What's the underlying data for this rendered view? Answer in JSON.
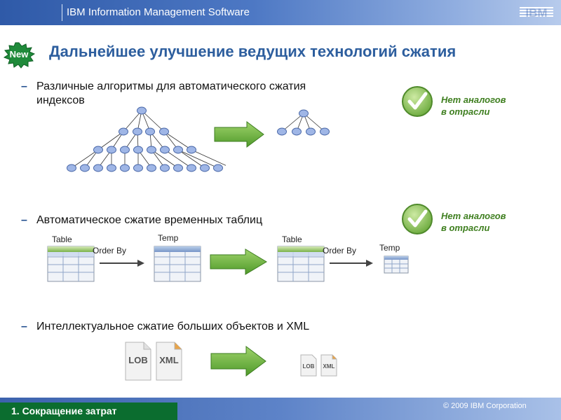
{
  "header": {
    "title": "IBM Information Management Software",
    "logo": "IBM"
  },
  "badge": {
    "label": "New"
  },
  "title": "Дальнейшее улучшение ведущих технологий сжатия",
  "bullets": [
    {
      "text": "Различные алгоритмы для автоматического сжатия индексов"
    },
    {
      "text": "Автоматическое сжатие временных таблиц"
    },
    {
      "text": "Интеллектуальное сжатие больших объектов и XML"
    }
  ],
  "notes": [
    {
      "text": "Нет аналогов в отрасли"
    },
    {
      "text": "Нет аналогов в отрасли"
    }
  ],
  "temp_tables": {
    "table_label": "Table",
    "temp_label": "Temp",
    "order_by": "Order By"
  },
  "documents": {
    "lob": "LOB",
    "xml": "XML"
  },
  "footer": {
    "section": "1. Сокращение затрат",
    "copyright": "© 2009 IBM Corporation"
  },
  "colors": {
    "brand_blue": "#2d5e9e",
    "footer_green": "#0b6d2f",
    "note_green": "#3f7f20"
  }
}
